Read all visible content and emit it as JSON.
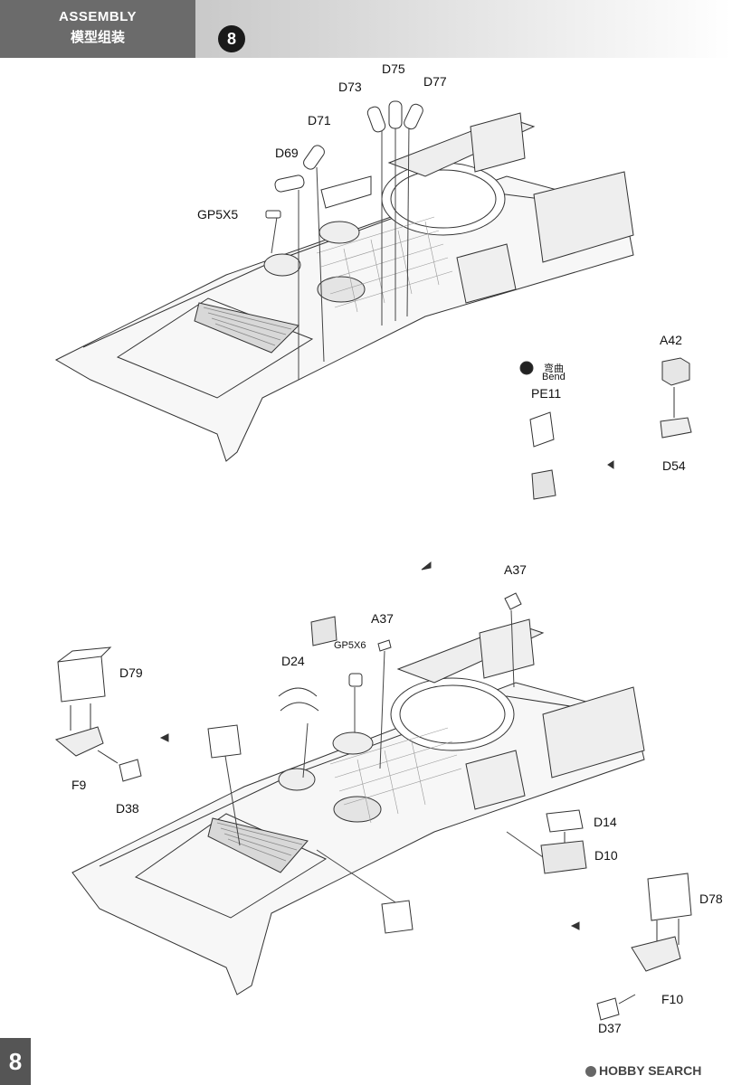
{
  "header": {
    "title_en": "ASSEMBLY",
    "title_cn": "模型组装",
    "step_number": "8"
  },
  "upper_diagram": {
    "labels": [
      "D75",
      "D73",
      "D77",
      "D71",
      "D69",
      "GP5X5",
      "A42",
      "PE11",
      "D54"
    ],
    "bend_icon": {
      "cn": "弯曲",
      "en": "Bend"
    }
  },
  "lower_diagram": {
    "labels": [
      "A37",
      "A37",
      "GP5X6",
      "D79",
      "D24",
      "F9",
      "D38",
      "D14",
      "D10",
      "D78",
      "F10",
      "D37"
    ]
  },
  "footer": {
    "page_number": "8",
    "watermark": "HOBBY SEARCH"
  }
}
